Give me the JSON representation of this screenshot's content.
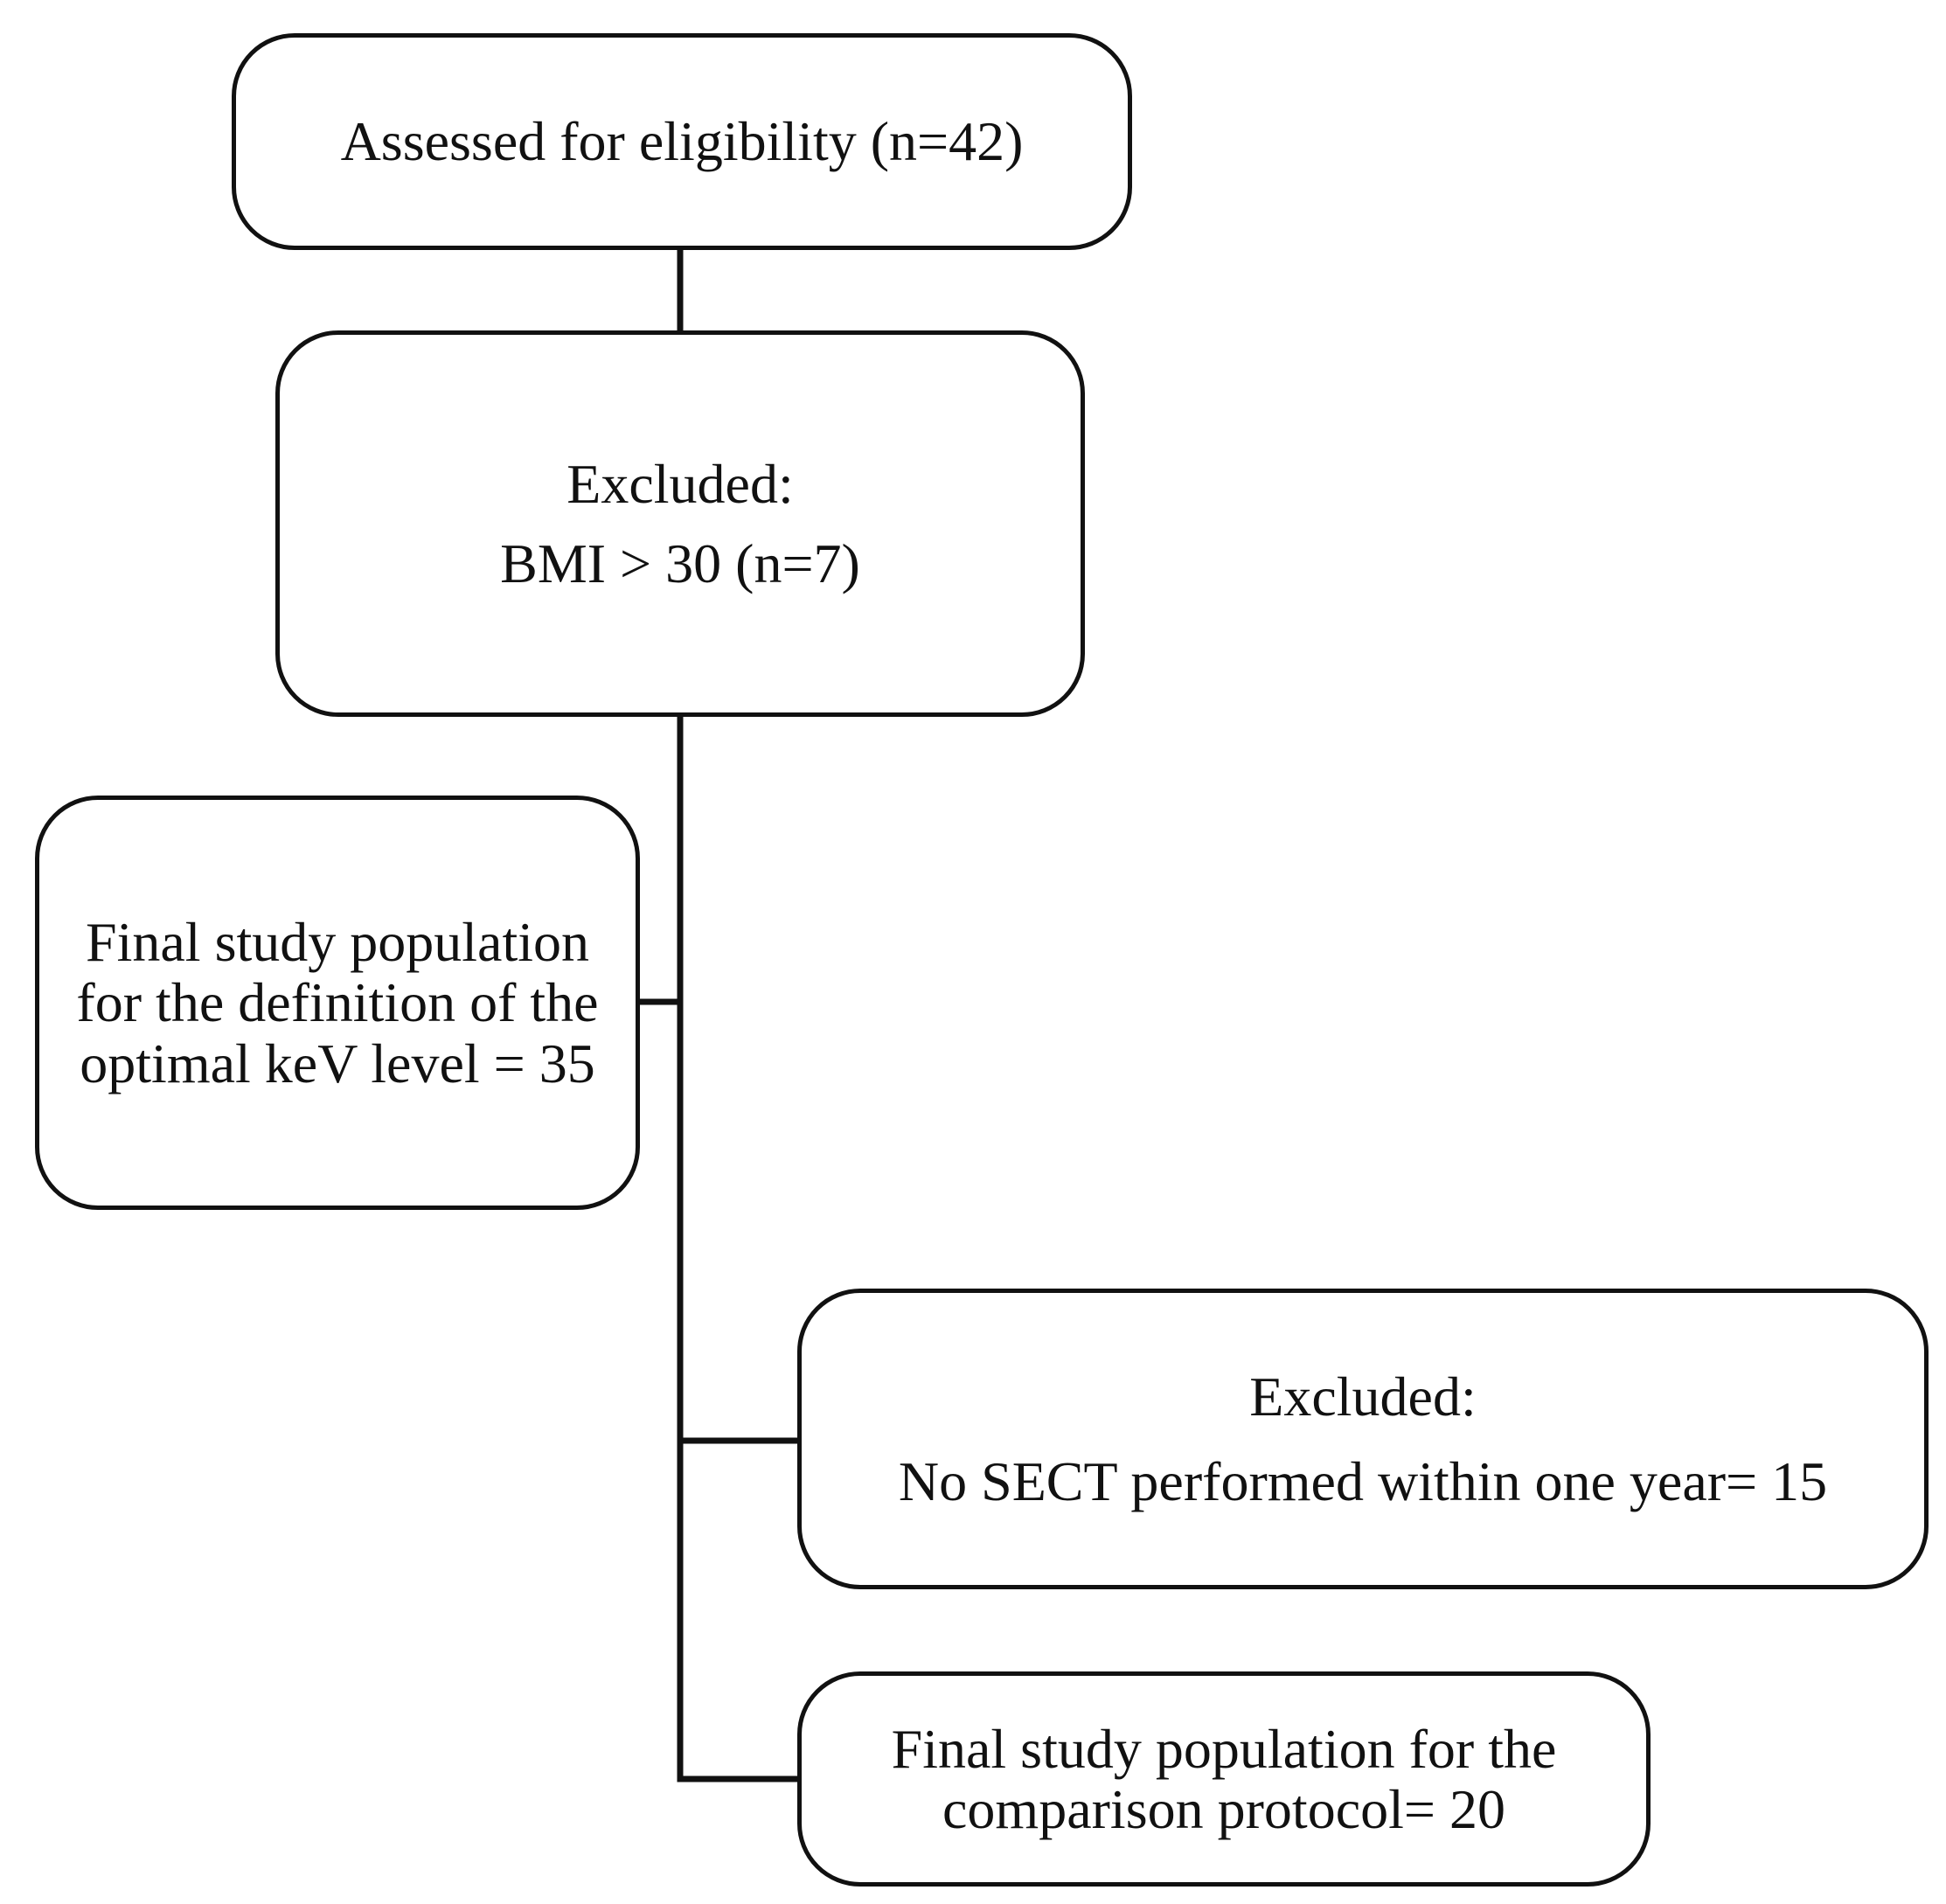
{
  "flowchart": {
    "assessed": {
      "label": "Assessed for eligibility (n=42)"
    },
    "excluded_bmi": {
      "heading": "Excluded:",
      "detail": "BMI > 30 (n=7)"
    },
    "final_kev": {
      "lines": [
        "Final study population",
        "for the definition of the",
        "optimal keV level = 35"
      ]
    },
    "excluded_sect": {
      "heading": "Excluded:",
      "detail": "No SECT performed within one year= 15"
    },
    "final_comparison": {
      "lines": [
        "Final study population for the",
        "comparison protocol= 20"
      ]
    }
  },
  "style": {
    "line_color": "#111111",
    "box_fill": "#ffffff",
    "background": "#ffffff"
  }
}
